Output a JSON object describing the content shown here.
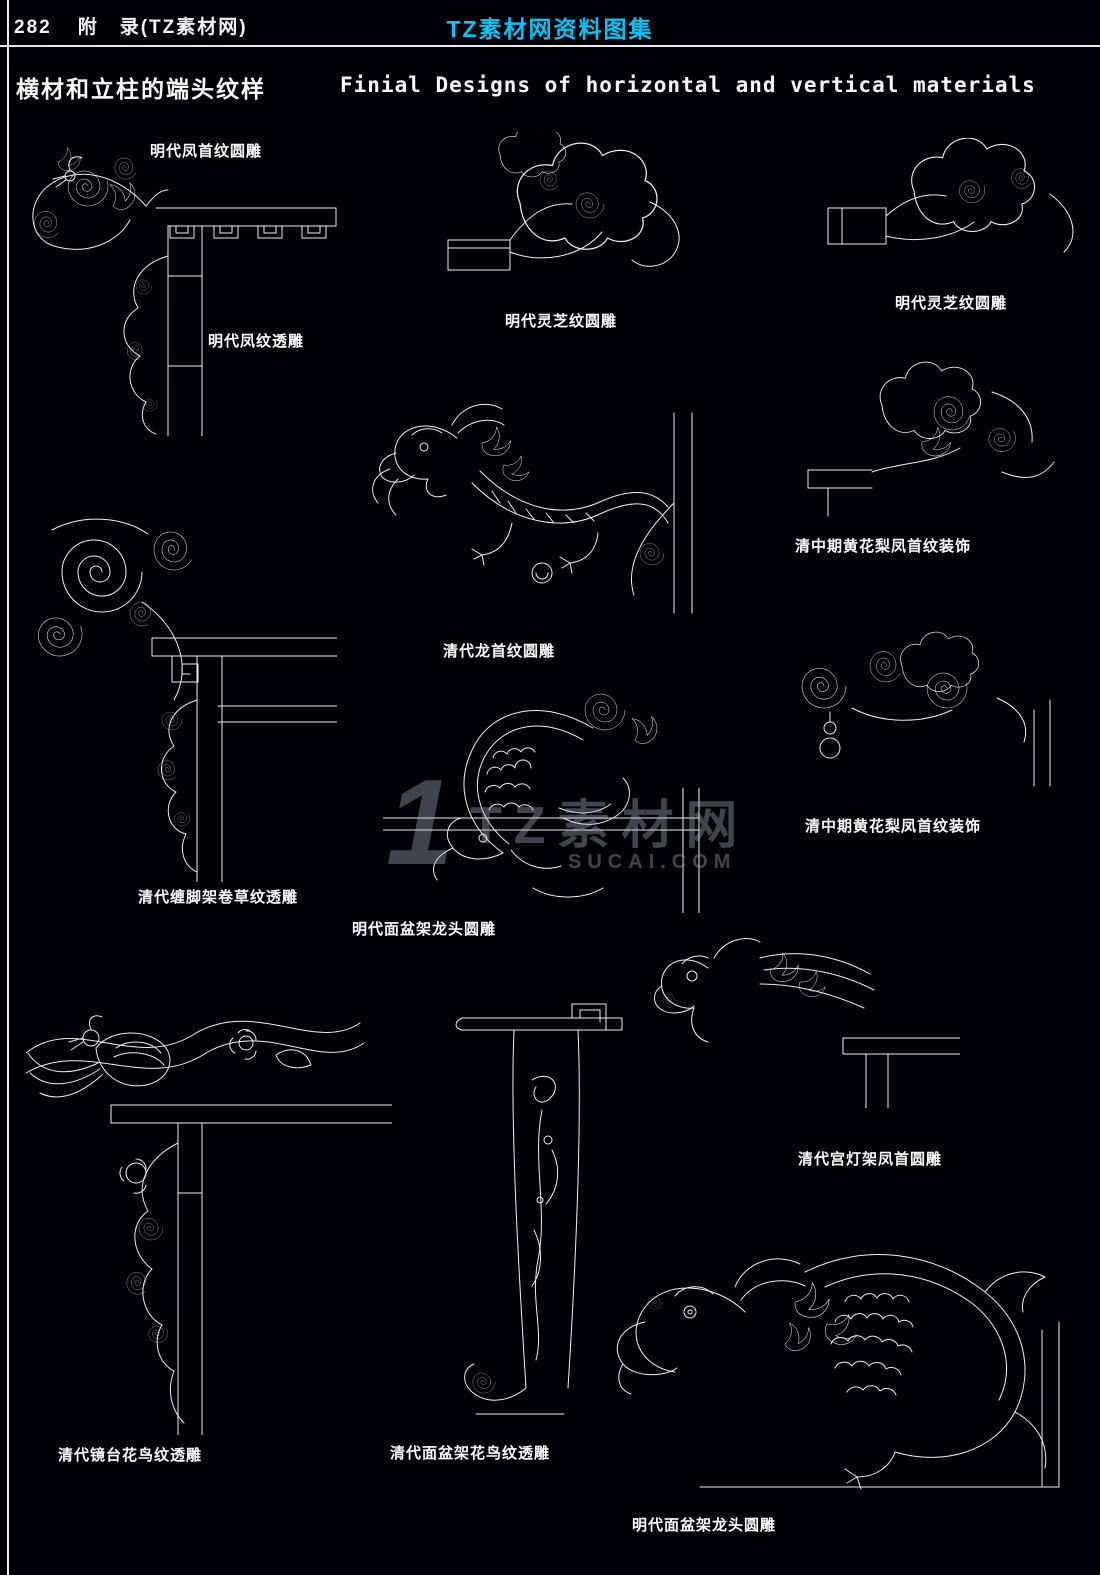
{
  "page": {
    "bg_color": "#000006",
    "line_color": "#efefef",
    "accent_color": "#00c6f7"
  },
  "header": {
    "page_number": "282",
    "section_title": "附　录(TZ素材网)",
    "book_title": "TZ素材网资料图集"
  },
  "title": {
    "zh": "横材和立柱的端头纹样",
    "en": "Finial Designs of horizontal and vertical materials"
  },
  "figures": [
    {
      "name": "ming-phoenix-head-round-carving",
      "caption": "明代凤首纹圆雕"
    },
    {
      "name": "ming-phoenix-openwork-carving",
      "caption": "明代凤纹透雕"
    },
    {
      "name": "ming-lingzhi-round-carving-center",
      "caption": "明代灵芝纹圆雕"
    },
    {
      "name": "ming-lingzhi-round-carving-right",
      "caption": "明代灵芝纹圆雕"
    },
    {
      "name": "qing-huanghuali-phoenix-decoration-upper",
      "caption": "清中期黄花梨凤首纹装饰"
    },
    {
      "name": "qing-dragon-head-round-carving",
      "caption": "清代龙首纹圆雕"
    },
    {
      "name": "qing-leg-wrap-scroll-openwork",
      "caption": "清代缠脚架卷草纹透雕"
    },
    {
      "name": "ming-basin-stand-dragon-head-upper",
      "caption": "明代面盆架龙头圆雕"
    },
    {
      "name": "qing-huanghuali-phoenix-decoration-lower",
      "caption": "清中期黄花梨凤首纹装饰"
    },
    {
      "name": "qing-mirror-stand-bird-flower-openwork",
      "caption": "清代镜台花鸟纹透雕"
    },
    {
      "name": "qing-basin-stand-bird-flower-openwork",
      "caption": "清代面盆架花鸟纹透雕"
    },
    {
      "name": "qing-lantern-stand-phoenix-head-carving",
      "caption": "清代宫灯架凤首圆雕"
    },
    {
      "name": "ming-basin-stand-dragon-head-lower",
      "caption": "明代面盆架龙头圆雕"
    }
  ],
  "watermark": {
    "numeral": "1",
    "brand": "TZ素材网",
    "domain": "SUCAI.COM"
  }
}
